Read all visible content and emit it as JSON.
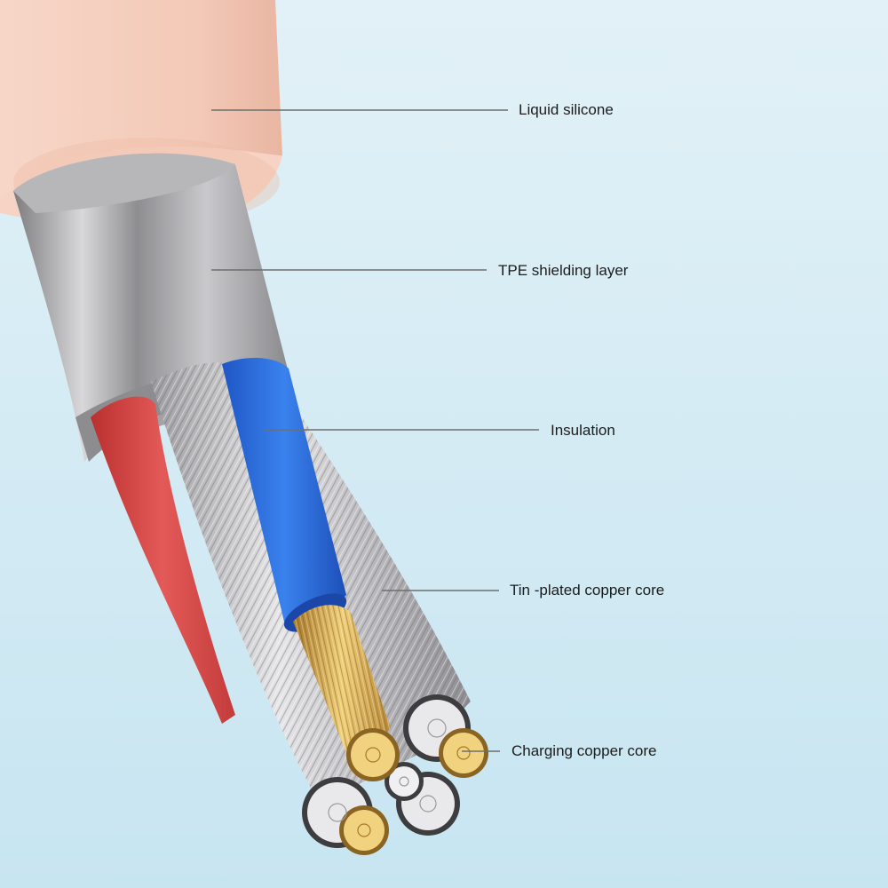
{
  "labels": {
    "liquid_silicone": "Liquid silicone",
    "tpe_shielding": "TPE shielding layer",
    "insulation": "Insulation",
    "tin_plated_core": "Tin -plated copper core",
    "charging_core": "Charging copper core"
  },
  "colors": {
    "background": "#d6ecf4",
    "silicone": "#f4cdbd",
    "shield": "#a9a9ab",
    "red_wire": "#d94545",
    "blue_wire": "#2b6fe0",
    "tin": "#c9c9cc",
    "copper": "#d9b35a",
    "leader_line": "#6e6e6e"
  }
}
